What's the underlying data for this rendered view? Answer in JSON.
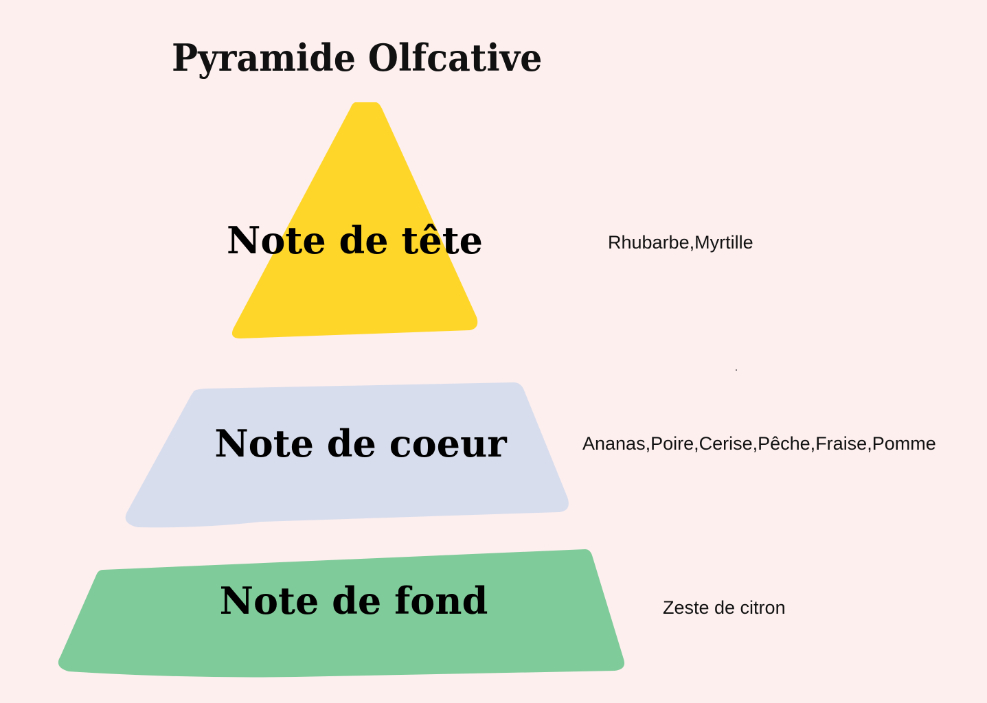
{
  "title": "Pyramide Olfcative",
  "colors": {
    "background": "#fdefee",
    "top_tier": "#fed62a",
    "middle_tier": "#d8dded",
    "base_tier": "#80cb9a"
  },
  "tiers": [
    {
      "label": "Note de tête",
      "ingredients": "Rhubarbe,Myrtille"
    },
    {
      "label": "Note de coeur",
      "ingredients": "Ananas,Poire,Cerise,Pêche,Fraise,Pomme"
    },
    {
      "label": "Note de fond",
      "ingredients": "Zeste de citron"
    }
  ]
}
